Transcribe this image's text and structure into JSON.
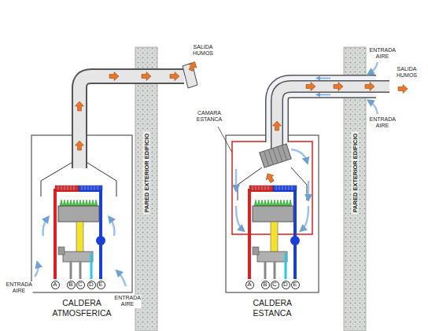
{
  "diagram": {
    "nodes": [
      {
        "text": [
          "CALDERA ATMOSFERICA"
        ]
      },
      {
        "text": [
          "A"
        ],
        "in": 0
      },
      {
        "text": [
          "B"
        ],
        "in": 0
      },
      {
        "text": [
          "C"
        ],
        "in": 0
      },
      {
        "text": [
          "D"
        ],
        "in": 0
      },
      {
        "text": [
          "E"
        ],
        "in": 0
      },
      {
        "text": [
          "PARED EXTERIOR EDIFICIO"
        ]
      },
      {
        "text": [
          "CALDERA ESTANCA"
        ]
      },
      {
        "text": [
          "A"
        ],
        "in": 7
      },
      {
        "text": [
          "B"
        ],
        "in": 7
      },
      {
        "text": [
          "C"
        ],
        "in": 7
      },
      {
        "text": [
          "D"
        ],
        "in": 7
      },
      {
        "text": [
          "E"
        ],
        "in": 7
      },
      {
        "text": [
          "PARED EXTERIOR EDIFICIO"
        ]
      }
    ],
    "labels": [
      "SALIDA HUMOS",
      "ENTRADA AIRE",
      "ENTRADA AIRE",
      "CAMARA ESTANCA",
      "ENTRADA AIRE",
      "SALIDA HUMOS",
      "ENTRADA AIRE"
    ]
  }
}
